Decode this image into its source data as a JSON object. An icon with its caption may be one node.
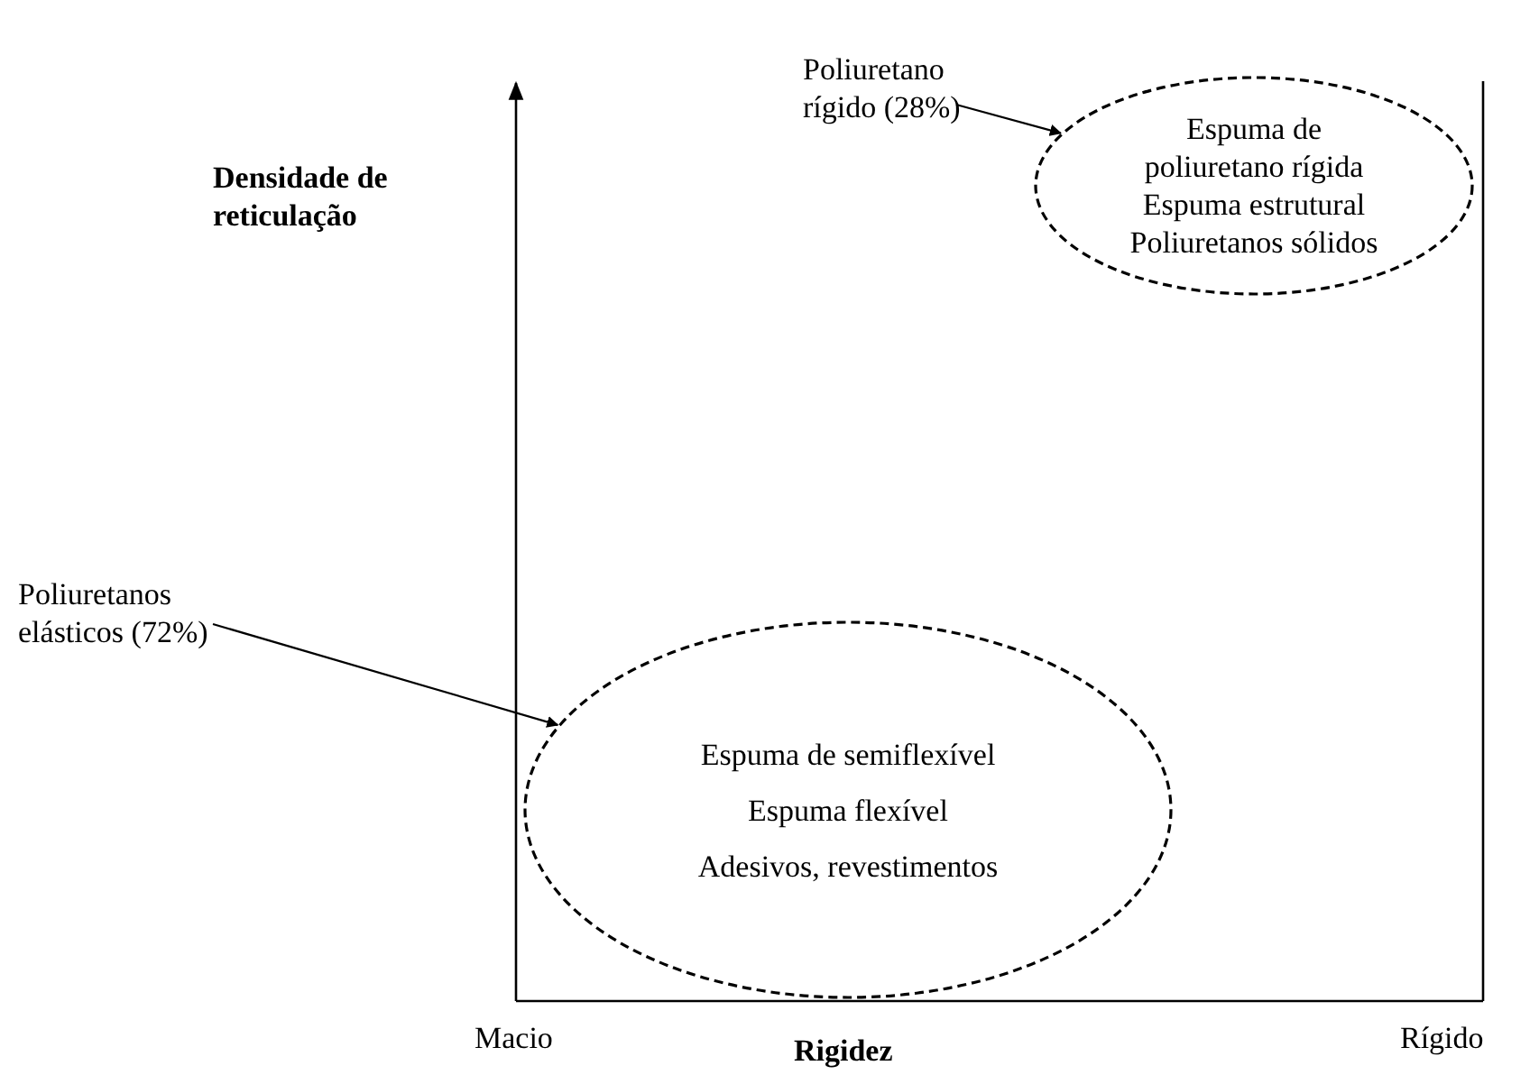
{
  "diagram": {
    "nodes": [
      {
        "text": [
          "Poliuretano rígido (28%)"
        ]
      },
      {
        "text": [
          "Espuma de poliuretano rígida",
          "Espuma estrutural",
          "Poliuretanos sólidos"
        ]
      },
      {
        "text": [
          "Poliuretanos elásticos (72%)"
        ]
      },
      {
        "text": [
          "Espuma de semiflexível",
          "Espuma flexível",
          "Adesivos, revestimentos"
        ]
      }
    ],
    "edges": [
      {
        "from": 0,
        "to": 1,
        "arrow": "to"
      },
      {
        "from": 2,
        "to": 3,
        "arrow": "to"
      }
    ],
    "labels": [
      "Densidade de reticulação",
      "Macio",
      "Rigidez",
      "Rígido"
    ]
  }
}
